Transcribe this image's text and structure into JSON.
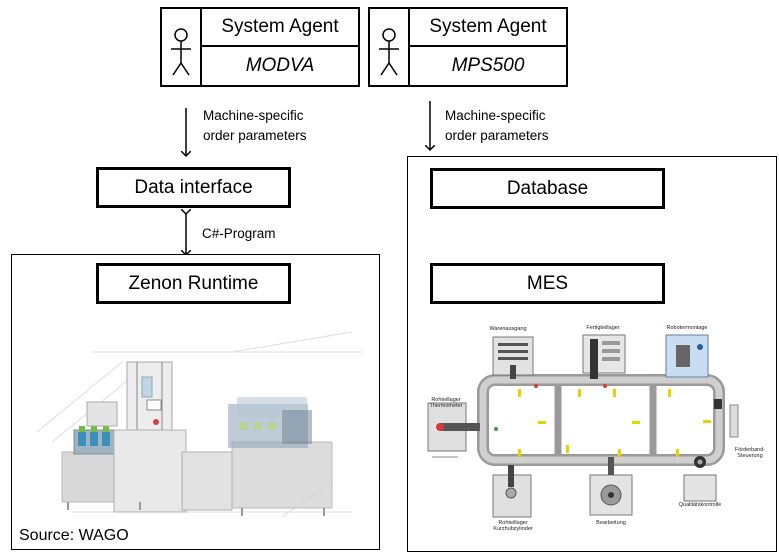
{
  "agents": [
    {
      "title": "System Agent",
      "subtitle": "MODVA"
    },
    {
      "title": "System Agent",
      "subtitle": "MPS500"
    }
  ],
  "left": {
    "arrow_label": [
      "Machine-specific",
      "order parameters"
    ],
    "data_interface": "Data interface",
    "program_label": "C#-Program",
    "runtime": "Zenon Runtime",
    "source": "Source: WAGO"
  },
  "right": {
    "arrow_label": [
      "Machine-specific",
      "order parameters"
    ],
    "database": "Database",
    "mes": "MES",
    "stations": {
      "warenausgang": "Warenausgang",
      "fertigteillager": "Fertigteillager",
      "robotermontage": "Robotermontage",
      "rohteillager_thermometer": [
        "Rohteillager",
        "Thermometer"
      ],
      "foerderband": [
        "Förderband-",
        "Steuerung"
      ],
      "rohteillager_kurzhub": [
        "Rohteillager",
        "Kurzhubzylinder"
      ],
      "bearbeitung": "Bearbeitung",
      "qualitaetskontrolle": "Qualitätskontrolle"
    }
  },
  "colors": {
    "line": "#000000",
    "conveyor": "#9a9a9a",
    "accent_yellow": "#e6d200"
  }
}
